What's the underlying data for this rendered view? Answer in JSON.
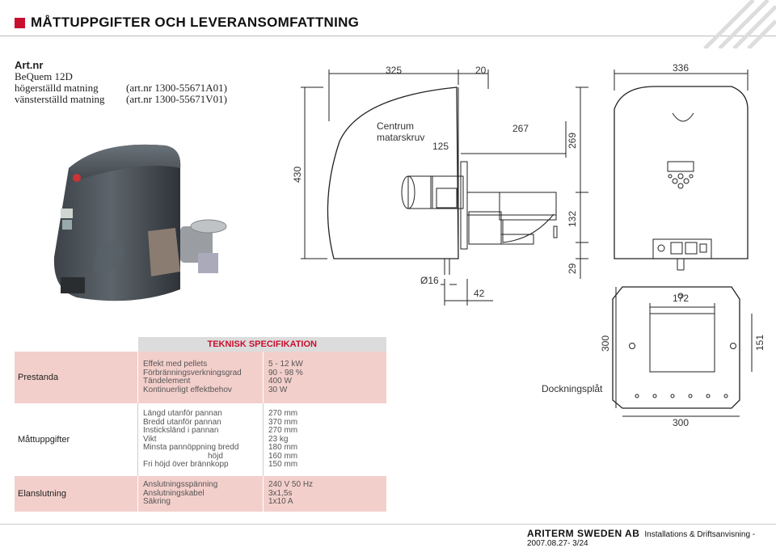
{
  "header": {
    "title": "MÅTTUPPGIFTER OCH LEVERANSOMFATTNING"
  },
  "art": {
    "heading": "Art.nr",
    "model": "BeQuem 12D",
    "right_label": "högerställd matning",
    "right_nr": "(art.nr 1300-55671A01)",
    "left_label": "vänsterställd matning",
    "left_nr": "(art.nr 1300-55671V01)"
  },
  "drawing": {
    "d325": "325",
    "d20": "20",
    "d336": "336",
    "d267": "267",
    "d269": "269",
    "d125": "125",
    "d430": "430",
    "d132": "132",
    "d29": "29",
    "d16": "Ø16",
    "d42": "42",
    "d172": "172",
    "d300v": "300",
    "d151": "151",
    "d300h": "300",
    "centrum1": "Centrum",
    "centrum2": "matarskruv",
    "docking": "Dockningsplåt"
  },
  "spec": {
    "heading": "TEKNISK SPECIFIKATION",
    "rows": [
      {
        "label": "Prestanda",
        "items": [
          "Effekt med pellets",
          "Förbränningsverkningsgrad",
          "Tändelement",
          "Kontinuerligt effektbehov"
        ],
        "values": [
          "5 - 12 kW",
          "90 - 98 %",
          "400 W",
          "30 W"
        ]
      },
      {
        "label": "Måttuppgifter",
        "items": [
          "Längd utanför pannan",
          "Bredd utanför pannan",
          "Insticksländ i pannan",
          "Vikt",
          "Minsta pannöppning bredd",
          "höjd",
          "Fri höjd över brännkopp"
        ],
        "values": [
          "270 mm",
          "370 mm",
          "270 mm",
          "23 kg",
          "180 mm",
          "160 mm",
          "150 mm"
        ]
      },
      {
        "label": "Elanslutning",
        "items": [
          "Anslutningsspänning",
          "Anslutningskabel",
          "Säkring"
        ],
        "values": [
          "240 V 50 Hz",
          "3x1,5s",
          "1x10 A"
        ]
      }
    ]
  },
  "footer": {
    "company": "ARITERM SWEDEN AB",
    "doc": "Installations & Driftsanvisning - 2007.08.27- 3/24"
  }
}
